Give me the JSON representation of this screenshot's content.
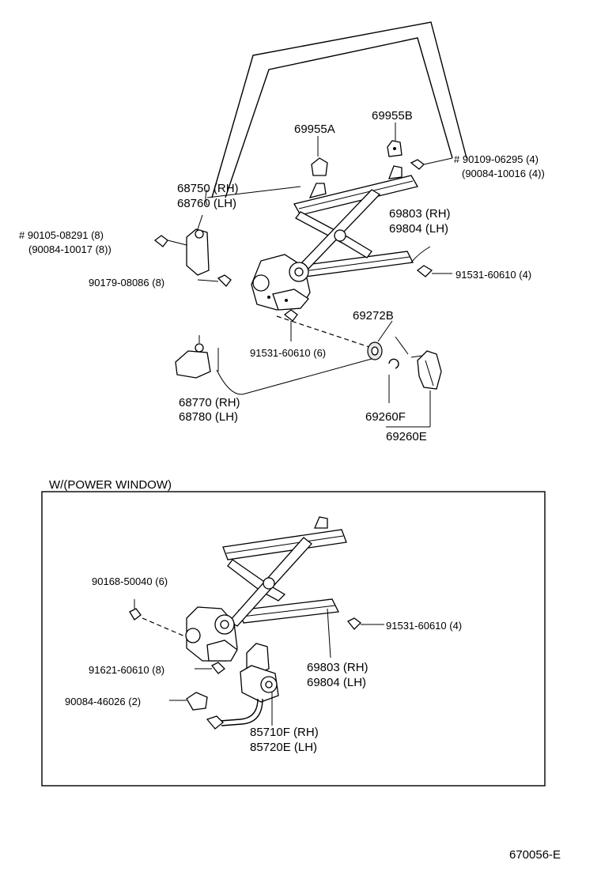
{
  "upper": {
    "label_69955A": "69955A",
    "label_69955B": "69955B",
    "label_90109": "# 90109-06295 (4)",
    "label_90084_10016": "(90084-10016 (4))",
    "label_68750": "68750 (RH)",
    "label_68760": "68760 (LH)",
    "label_69803": "69803 (RH)",
    "label_69804": "69804 (LH)",
    "label_90105": "# 90105-08291 (8)",
    "label_90084_10017": "(90084-10017 (8))",
    "label_90179": "90179-08086 (8)",
    "label_91531_4": "91531-60610 (4)",
    "label_69272B": "69272B",
    "label_91531_6": "91531-60610 (6)",
    "label_68770": "68770 (RH)",
    "label_68780": "68780 (LH)",
    "label_69260F": "69260F",
    "label_69260E": "69260E"
  },
  "power_window": {
    "title": "W/(POWER WINDOW)",
    "label_90168": "90168-50040 (6)",
    "label_91531": "91531-60610 (4)",
    "label_91621": "91621-60610 (8)",
    "label_69803": "69803 (RH)",
    "label_69804": "69804 (LH)",
    "label_90084_46026": "90084-46026 (2)",
    "label_85710F": "85710F (RH)",
    "label_85720E": "85720E (LH)"
  },
  "footer": {
    "diagram_code": "670056-E"
  }
}
